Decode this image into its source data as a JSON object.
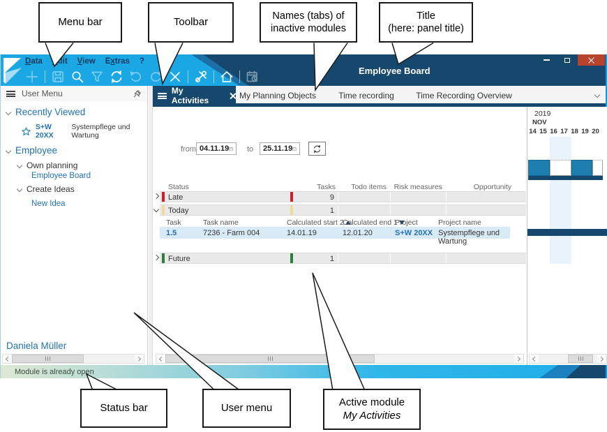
{
  "callouts": {
    "menu_bar": "Menu bar",
    "toolbar": "Toolbar",
    "tabs_l1": "Names (tabs) of",
    "tabs_l2": "inactive modules",
    "title_l1": "Title",
    "title_l2": "(here: panel title)",
    "status_bar": "Status bar",
    "user_menu": "User menu",
    "active_l1": "Active module",
    "active_l2": "My Activities"
  },
  "titlebar": {
    "panel_title": "Employee Board"
  },
  "menu": {
    "items": [
      {
        "pre": "",
        "u": "D",
        "rest": "ata"
      },
      {
        "pre": "",
        "u": "E",
        "rest": "dit"
      },
      {
        "pre": "",
        "u": "V",
        "rest": "iew"
      },
      {
        "pre": "E",
        "u": "x",
        "rest": "tras"
      },
      {
        "pre": "",
        "u": "",
        "rest": "?"
      }
    ]
  },
  "toolbar_icons": [
    "add",
    "save",
    "search",
    "filter",
    "refresh",
    "undo",
    "redo",
    "delete",
    "tools",
    "home",
    "planning-calendar"
  ],
  "tabs": {
    "active": "My Activities",
    "inactive": [
      "My Planning Objects",
      "Time recording",
      "Time Recording Overview"
    ]
  },
  "sidebar": {
    "header": "User Menu",
    "recently_viewed": "Recently Viewed",
    "fav_code": "S+W 20XX",
    "fav_name": "Systempflege und Wartung",
    "employee": "Employee",
    "own_planning": "Own planning",
    "employee_board": "Employee Board",
    "create_ideas": "Create Ideas",
    "new_idea": "New Idea",
    "user": "Daniela Müller"
  },
  "filter": {
    "from_label": "from",
    "from_value": "04.11.19",
    "to_label": "to",
    "to_value": "25.11.19"
  },
  "table": {
    "col_status": "Status",
    "col_tasks": "Tasks",
    "col_todo": "Todo items",
    "col_risk": "Risk measures",
    "col_opp": "Opportunity measures",
    "groups": [
      {
        "label": "Late",
        "tasks": "9"
      },
      {
        "label": "Today",
        "tasks": "1"
      },
      {
        "label": "Future",
        "tasks": "1"
      }
    ],
    "sub": {
      "task": "Task",
      "task_name": "Task name",
      "calc_start": "Calculated start",
      "calc_start_sort": "2",
      "calc_end": "Calculated end",
      "calc_end_sort": "1",
      "project": "Project",
      "project_name": "Project name"
    },
    "row": {
      "task": "1.5",
      "task_name": "7236 - Farm 004",
      "calc_start": "14.01.19",
      "calc_end": "12.01.20",
      "project": "S+W 20XX",
      "project_name": "Systempflege und Wartung"
    }
  },
  "gantt": {
    "year": "2019",
    "month": "NOV",
    "days": [
      "14",
      "15",
      "16",
      "17",
      "18",
      "19",
      "20"
    ],
    "capacity_filled_days": [
      "14",
      "15",
      "18",
      "19"
    ],
    "weekend_days": [
      "16",
      "17"
    ]
  },
  "status": {
    "message": "Module is already open"
  },
  "colors": {
    "accent_blue": "#1BA7E3",
    "navy": "#16486E",
    "late_red": "#C8202F",
    "today_yellow": "#EFDA9E",
    "future_green": "#2E7D3D",
    "link_blue": "#2272B5",
    "selection_blue": "#D9EAF7",
    "close_button_red": "#B8432C"
  }
}
